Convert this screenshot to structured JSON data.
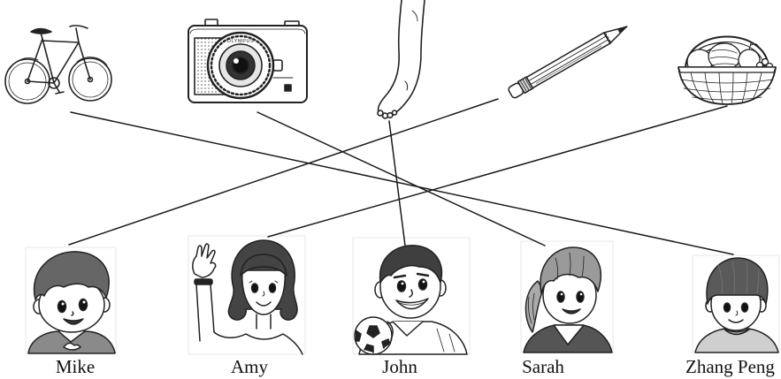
{
  "objects": [
    {
      "icon": "bicycle-icon"
    },
    {
      "icon": "camera-icon",
      "brand": "OLYMPUS"
    },
    {
      "icon": "foot-icon"
    },
    {
      "icon": "pencil-icon"
    },
    {
      "icon": "fruit-basket-icon"
    }
  ],
  "children": [
    {
      "name": "Mike",
      "icon": "boy-portrait-icon"
    },
    {
      "name": "Amy",
      "icon": "girl-waving-portrait-icon"
    },
    {
      "name": "John",
      "icon": "boy-with-football-portrait-icon"
    },
    {
      "name": "Sarah",
      "icon": "girl-ponytail-portrait-icon"
    },
    {
      "name": "Zhang Peng",
      "icon": "boy-sweater-portrait-icon"
    }
  ],
  "matches": [
    {
      "object": 0,
      "child": 4
    },
    {
      "object": 1,
      "child": 3
    },
    {
      "object": 2,
      "child": 2
    },
    {
      "object": 3,
      "child": 0
    },
    {
      "object": 4,
      "child": 1
    }
  ],
  "colors": {
    "line": "#1a1a1a",
    "ink": "#222222",
    "background": "#ffffff"
  }
}
